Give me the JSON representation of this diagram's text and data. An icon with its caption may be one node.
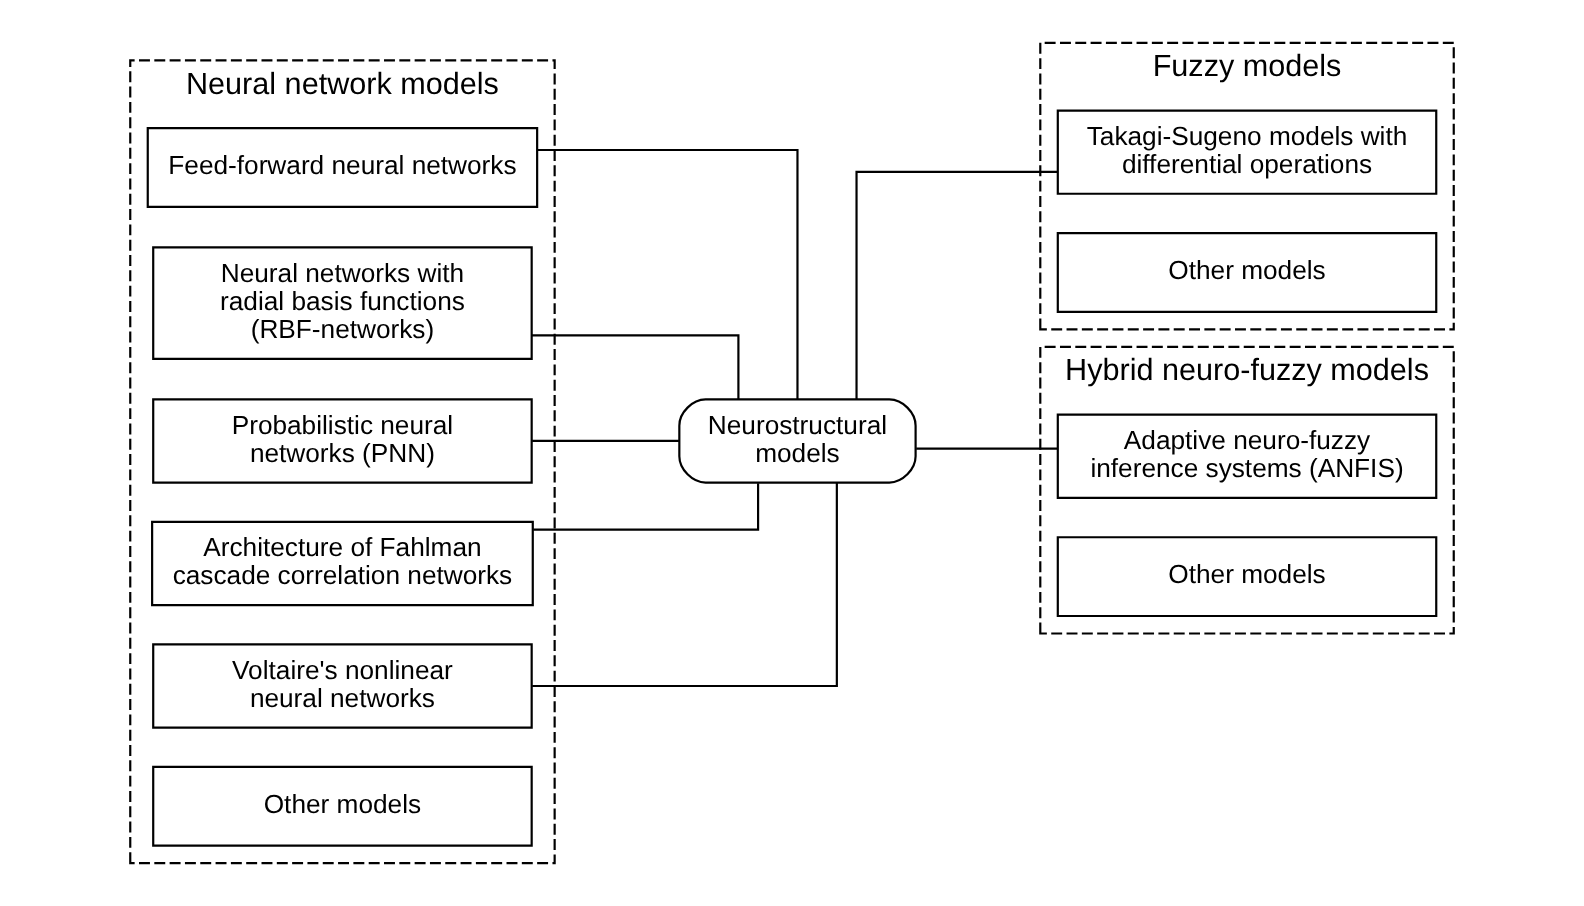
{
  "diagram": {
    "nodes": [
      {
        "text": [
          "Neural network models"
        ]
      },
      {
        "text": [
          "Feed-forward neural networks"
        ],
        "in": 0
      },
      {
        "text": [
          "Neural networks with radial basis functions (RBF-networks)"
        ],
        "in": 0
      },
      {
        "text": [
          "Probabilistic neural networks (PNN)"
        ],
        "in": 0
      },
      {
        "text": [
          "Architecture of Fahlman cascade correlation networks"
        ],
        "in": 0
      },
      {
        "text": [
          "Voltaire's nonlinear neural networks"
        ],
        "in": 0
      },
      {
        "text": [
          "Other models"
        ],
        "in": 0
      },
      {
        "text": [
          "Neurostructural models"
        ]
      },
      {
        "text": [
          "Fuzzy models"
        ]
      },
      {
        "text": [
          "Takagi-Sugeno models with differential operations"
        ],
        "in": 8
      },
      {
        "text": [
          "Other models"
        ],
        "in": 8
      },
      {
        "text": [
          "Hybrid neuro-fuzzy models"
        ]
      },
      {
        "text": [
          "Adaptive neuro-fuzzy inference systems (ANFIS)"
        ],
        "in": 11
      },
      {
        "text": [
          "Other models"
        ],
        "in": 11
      }
    ],
    "edges": [
      {
        "from": 1,
        "to": 7,
        "arrow": "none"
      },
      {
        "from": 2,
        "to": 7,
        "arrow": "none"
      },
      {
        "from": 3,
        "to": 7,
        "arrow": "none"
      },
      {
        "from": 4,
        "to": 7,
        "arrow": "none"
      },
      {
        "from": 5,
        "to": 7,
        "arrow": "none"
      },
      {
        "from": 7,
        "to": 9,
        "arrow": "none"
      },
      {
        "from": 7,
        "to": 12,
        "arrow": "none"
      }
    ]
  }
}
